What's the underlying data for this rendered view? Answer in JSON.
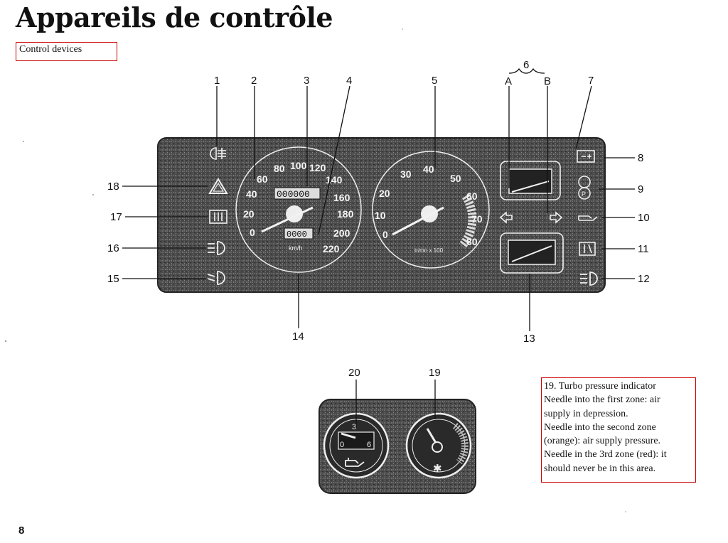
{
  "title": "Appareils de contrôle",
  "subtitle": "Control devices",
  "page_number": "8",
  "note": {
    "lines": [
      "19. Turbo pressure indicator",
      "Needle into the first zone: air",
      "supply in depression.",
      "Needle into the second zone",
      "(orange): air supply pressure.",
      "Needle in the 3rd zone (red): it",
      "should never be in this area."
    ]
  },
  "callouts": {
    "n1": "1",
    "n2": "2",
    "n3": "3",
    "n4": "4",
    "n5": "5",
    "n6": "6",
    "a": "A",
    "b": "B",
    "n7": "7",
    "n8": "8",
    "n9": "9",
    "n10": "10",
    "n11": "11",
    "n12": "12",
    "n13": "13",
    "n14": "14",
    "n15": "15",
    "n16": "16",
    "n17": "17",
    "n18": "18",
    "n19": "19",
    "n20": "20"
  },
  "speedometer": {
    "ticks": [
      "0",
      "20",
      "40",
      "60",
      "80",
      "100",
      "120",
      "140",
      "160",
      "180",
      "200",
      "220"
    ],
    "odometer": "000000",
    "trip": "0000",
    "unit": "km/h"
  },
  "tachometer": {
    "ticks": [
      "0",
      "10",
      "20",
      "30",
      "40",
      "50",
      "60",
      "70",
      "80"
    ],
    "unit": "tr/mn x 100"
  },
  "oil_gauge": {
    "ticks": [
      "3",
      "0",
      "6"
    ]
  },
  "icons": [
    "rear-fog-icon",
    "hazard-icon",
    "rear-defrost-icon",
    "high-beam-icon",
    "low-beam-icon",
    "fuel-gauge-icon",
    "turn-signal-icon",
    "battery-icon",
    "brake-warning-icon",
    "oil-can-icon",
    "choke-icon",
    "headlight-icon",
    "temperature-gauge-icon"
  ]
}
